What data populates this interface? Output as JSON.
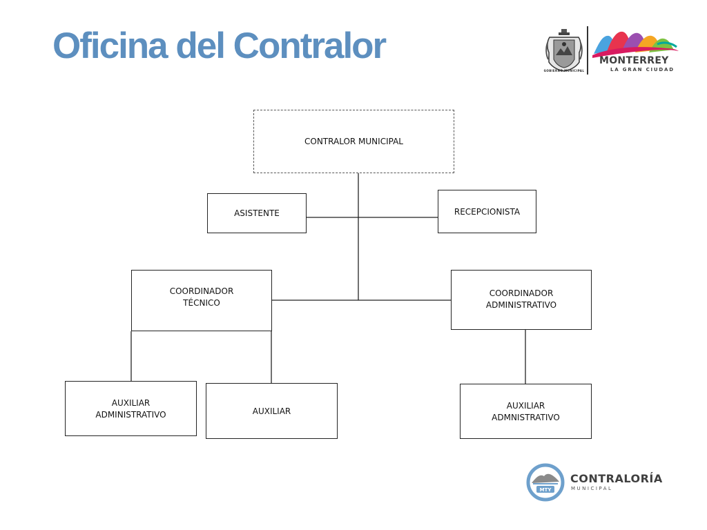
{
  "slide": {
    "title": "Oficina del Contralor"
  },
  "logos": {
    "seal_caption": "GOBIERNO MUNICIPAL",
    "city_name": "MONTERREY",
    "city_tagline": "LA GRAN CIUDAD",
    "contraloria_name": "CONTRALORÍA",
    "contraloria_sub": "MUNICIPAL",
    "contraloria_badge": "MTY"
  },
  "org_chart": {
    "contralor": {
      "line1": "CONTRALOR MUNICIPAL"
    },
    "asistente": {
      "line1": "ASISTENTE"
    },
    "recepcionista": {
      "line1": "RECEPCIONISTA"
    },
    "coord_tecnico": {
      "line1": "COORDINADOR",
      "line2": "TÉCNICO"
    },
    "coord_admin": {
      "line1": "COORDINADOR",
      "line2": "ADMINISTRATIVO"
    },
    "aux_admin_left": {
      "line1": "AUXILIAR",
      "line2": "ADMINISTRATIVO"
    },
    "auxiliar": {
      "line1": "AUXILIAR"
    },
    "aux_admin_right": {
      "line1": "AUXILIAR",
      "line2": "ADMNISTRATIVO"
    }
  },
  "colors": {
    "title": "#5d8fbf",
    "line": "#222222",
    "logo_gray": "#404040",
    "logo_ring": "#6ea0cc"
  }
}
